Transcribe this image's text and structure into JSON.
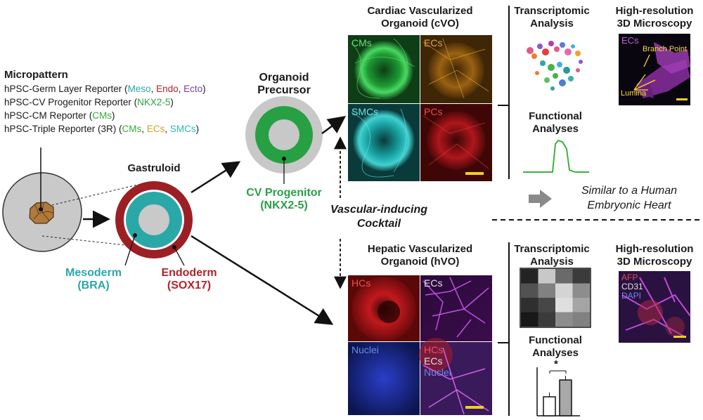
{
  "micropattern": {
    "heading": "Micropattern",
    "lines": [
      {
        "prefix": "hPSC-Germ Layer Reporter (",
        "t1": "Meso",
        "s1": ", ",
        "t2": "Endo",
        "s2": ", ",
        "t3": "Ecto",
        "suffix": ")"
      },
      {
        "prefix": "hPSC-CV Progenitor Reporter (",
        "t1": "NKX2-5",
        "suffix": ")"
      },
      {
        "prefix": "hPSC-CM Reporter (",
        "t1": "CMs",
        "suffix": ")"
      },
      {
        "prefix": "hPSC-Triple Reporter (3R) (",
        "t1": "CMs",
        "s1": ", ",
        "t2": "ECs",
        "s2": ", ",
        "t3": "SMCs",
        "suffix": ")"
      }
    ]
  },
  "gastruloid": {
    "label": "Gastruloid",
    "mesoderm": "Mesoderm",
    "mesoderm_marker": "(BRA)",
    "endoderm": "Endoderm",
    "endoderm_marker": "(SOX17)"
  },
  "precursor": {
    "label_line1": "Organoid",
    "label_line2": "Precursor",
    "progenitor": "CV Progenitor",
    "progenitor_marker": "(NKX2-5)"
  },
  "cocktail": {
    "line1": "Vascular-inducing",
    "line2": "Cocktail"
  },
  "cvo": {
    "title_line1": "Cardiac Vascularized",
    "title_line2": "Organoid (cVO)",
    "panels": [
      "CMs",
      "ECs",
      "SMCs",
      "PCs"
    ],
    "transcriptomic_line1": "Transcriptomic",
    "transcriptomic_line2": "Analysis",
    "microscopy_line1": "High-resolution",
    "microscopy_line2": "3D Microscopy",
    "micro_ecs": "ECs",
    "branch_point": "Branch Point",
    "lumina": "Lumina",
    "functional_line1": "Functional",
    "functional_line2": "Analyses",
    "similar_line1": "Similar to a Human",
    "similar_line2": "Embryonic Heart"
  },
  "hvo": {
    "title_line1": "Hepatic Vascularized",
    "title_line2": "Organoid (hVO)",
    "panels": [
      "HCs",
      "ECs",
      "Nuclei"
    ],
    "merge": [
      "HCs",
      "ECs",
      "Nuclei"
    ],
    "transcriptomic_line1": "Transcriptomic",
    "transcriptomic_line2": "Analysis",
    "microscopy_line1": "High-resolution",
    "microscopy_line2": "3D Microscopy",
    "stains": [
      "AFP",
      "CD31",
      "DAPI"
    ],
    "functional_line1": "Functional",
    "functional_line2": "Analyses",
    "significance": "*"
  },
  "colors": {
    "meso": "#2aa8a8",
    "endo": "#b3232b",
    "ecto": "#7b3f9e",
    "nkx": "#2aa04a",
    "precursor_outer": "#c8c8c8"
  },
  "heatmap_levels": [
    [
      0.15,
      0.85,
      0.45,
      0.25
    ],
    [
      0.35,
      0.55,
      0.9,
      0.6
    ],
    [
      0.2,
      0.3,
      0.95,
      0.7
    ],
    [
      0.1,
      0.25,
      0.6,
      0.55
    ]
  ],
  "bar_levels": [
    0.45,
    0.85
  ]
}
